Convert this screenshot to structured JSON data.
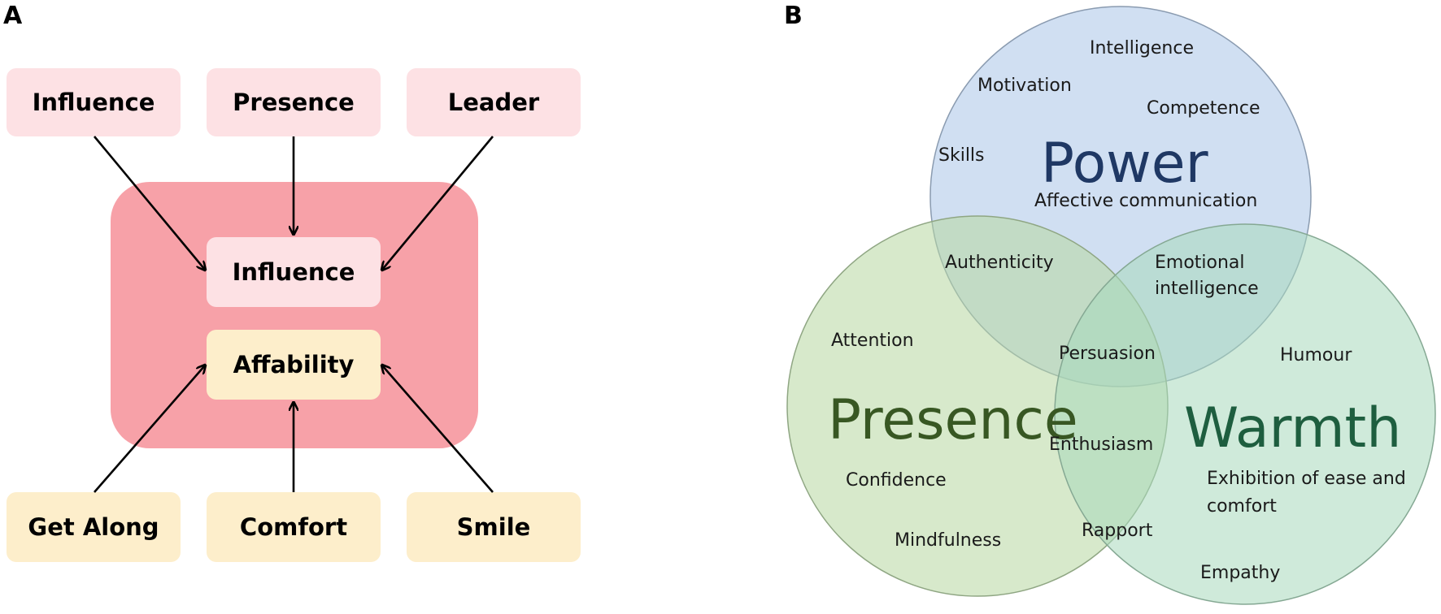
{
  "panel_a": {
    "label": "A",
    "top_boxes": [
      "Influence",
      "Presence",
      "Leader"
    ],
    "center_top": "Influence",
    "center_bottom": "Affability",
    "bottom_boxes": [
      "Get Along",
      "Comfort",
      "Smile"
    ],
    "colors": {
      "pink_box": "#fde1e4",
      "yellow_box": "#fdeecb",
      "center_panel": "#f7a1a8",
      "arrow": "#000000"
    }
  },
  "panel_b": {
    "label": "B",
    "circles": {
      "power": {
        "title": "Power",
        "color": "#c9d9f0"
      },
      "presence": {
        "title": "Presence",
        "color": "#d3e6c4"
      },
      "warmth": {
        "title": "Warmth",
        "color": "#c9e8d6"
      }
    },
    "power_words": [
      "Intelligence",
      "Motivation",
      "Competence",
      "Skills",
      "Affective communication"
    ],
    "power_presence_words": [
      "Authenticity"
    ],
    "power_warmth_words": [
      "Emotional",
      "intelligence"
    ],
    "center_words": [
      "Persuasion"
    ],
    "presence_warmth_words": [
      "Enthusiasm",
      "Rapport"
    ],
    "presence_words": [
      "Attention",
      "Confidence",
      "Mindfulness"
    ],
    "warmth_words": [
      "Humour",
      "Exhibition of ease and",
      "comfort",
      "Empathy"
    ]
  }
}
